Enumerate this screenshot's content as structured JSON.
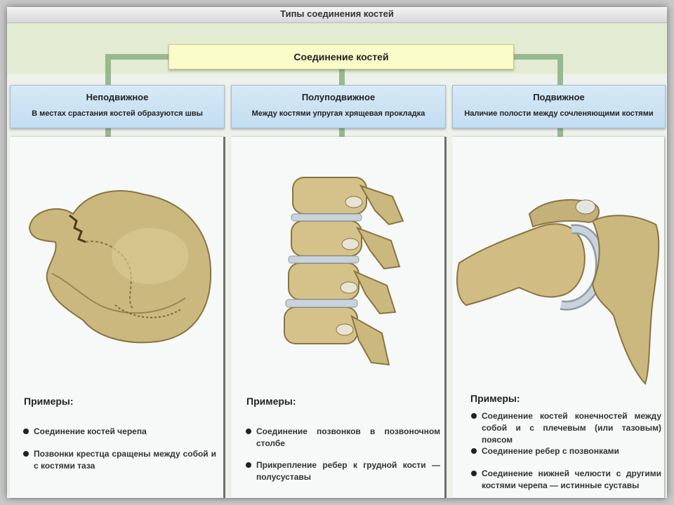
{
  "title": "Типы соединения костей",
  "root": "Соединение костей",
  "categories": [
    {
      "name": "Неподвижное",
      "description": "В местах срастания костей образуются швы",
      "examples_title": "Примеры:",
      "examples": [
        "Соединение костей черепа",
        "Позвонки крестца сращены между собой и с костями таза"
      ]
    },
    {
      "name": "Полуподвижное",
      "description": "Между костями упругая хрящевая прокладка",
      "examples_title": "Примеры:",
      "examples": [
        "Соединение позвонков в позвоночном столбе",
        "Прикрепление ребер к грудной кости — полусуставы"
      ]
    },
    {
      "name": "Подвижное",
      "description": "Наличие полости между сочленяющими костями",
      "examples_title": "Примеры:",
      "examples": [
        "Соединение костей конечностей между собой и с плечевым (или тазовым) поясом",
        "Соединение ребер с позвонками",
        "Соединение нижней челюсти с другими костями черепа — истинные суставы"
      ]
    }
  ],
  "colors": {
    "root_box": "#f9fbc9",
    "category_box": "#cfe4f4",
    "connector": "#98b990",
    "bone": "#d6c48e",
    "cartilage": "#c9d3dc"
  },
  "icons": [
    "skull-illustration",
    "vertebral-column-illustration",
    "shoulder-joint-illustration"
  ]
}
